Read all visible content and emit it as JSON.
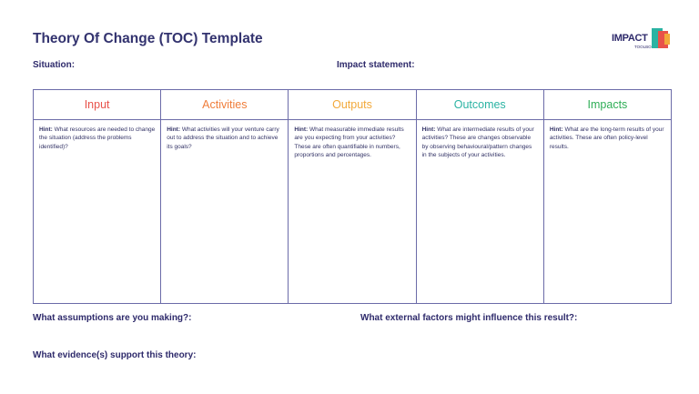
{
  "title": "Theory Of Change (TOC) Template",
  "logo": {
    "text": "IMPACT",
    "sub": "TOOLBOX"
  },
  "situation_label": "Situation:",
  "impact_statement_label": "Impact statement:",
  "columns": [
    {
      "title": "Input",
      "color": "#e8524a",
      "hint_label": "Hint:",
      "hint": "What resources are needed to change the situation (address the problems identified)?"
    },
    {
      "title": "Activities",
      "color": "#ef7d3a",
      "hint_label": "Hint:",
      "hint": "What activities will your venture carry out to address the situation and to achieve its goals?"
    },
    {
      "title": "Outputs",
      "color": "#f2a93b",
      "hint_label": "Hint:",
      "hint": "What measurable immediate results are you expecting from your activities? These are often quantifiable in numbers, proportions and percentages."
    },
    {
      "title": "Outcomes",
      "color": "#2bb3a3",
      "hint_label": "Hint:",
      "hint": "What are intermediate results of your activities? These are changes observable by observing behavioural/pattern changes in the subjects of your activities."
    },
    {
      "title": "Impacts",
      "color": "#2fae57",
      "hint_label": "Hint:",
      "hint": "What are the long-term results of your activities. These are often policy-level results."
    }
  ],
  "assumptions_label": "What assumptions are you making?:",
  "external_factors_label": "What external factors might influence this result?:",
  "evidence_label": "What evidence(s) support this theory:"
}
